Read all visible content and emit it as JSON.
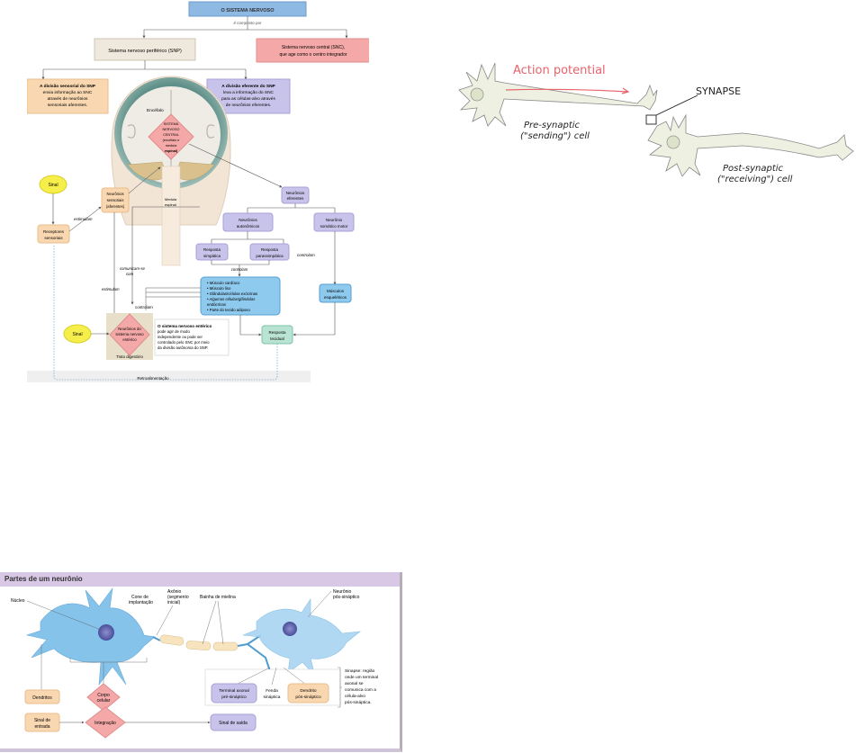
{
  "figure_nervous_system": {
    "title": "O SISTEMA NERVOSO",
    "composed_by": "é composto por",
    "snp": "Sistema nervoso periférico (SNP)",
    "snc": [
      "Sistema nervoso central (SNC),",
      "que age como o centro integrador"
    ],
    "sensory_division": [
      "A divisão sensorial do SNP",
      "envia informação ao SNC",
      "através de neurônios",
      "sensoriais aferentes."
    ],
    "efferent_division": [
      "A divisão eferente do SNP",
      "leva a informação do SNC",
      "para as células-alvo através",
      "de neurônios eferentes."
    ],
    "encefalo": "Encéfalo",
    "cns_diamond": [
      "SISTEMA",
      "NERVOSO",
      "CENTRAL",
      "(encéfalo e",
      "medula",
      "espinal)"
    ],
    "medula": [
      "Medula",
      "espinal"
    ],
    "sinal_top": "Sinal",
    "receptores": [
      "Receptores",
      "sensoriais"
    ],
    "estimulam_1": "estimulam",
    "neuronios_sensoriais": [
      "Neurônios",
      "sensoriais",
      "(aferentes)"
    ],
    "neuronios_eferentes": [
      "Neurônios",
      "eferentes"
    ],
    "neuronios_autonomicos": [
      "Neurônios",
      "autonômicos"
    ],
    "neuronio_somatico": [
      "Neurônio",
      "somático motor"
    ],
    "resposta_simpatica": [
      "Resposta",
      "simpática"
    ],
    "resposta_parassimpatica": [
      "Resposta",
      "parassimpática"
    ],
    "controlam_1": "controlam",
    "controlam_2": "controlam",
    "controlam_3": "controlam",
    "comunicam": [
      "comunicam-se",
      "com"
    ],
    "estimulam_2": "estimulam",
    "targets": [
      "• Músculo cardíaco",
      "• Músculo liso",
      "• Glândulas/células exócrinas",
      "• Algumas células/glândulas",
      "  endócrinas",
      "• Parte do tecido adiposo"
    ],
    "musculos": [
      "Músculos",
      "esqueléticos"
    ],
    "sinal_bottom": "Sinal",
    "enteric_diamond": [
      "Neurônios do",
      "sistema nervoso",
      "entérico"
    ],
    "trato": "Trato digestório",
    "enteric_note": [
      "O sistema nervoso entérico",
      "pode agir de modo",
      "independente ou pode ser",
      "controlado pelo SNC por meio",
      "da divisão autônoma do SNP."
    ],
    "resposta_tecidual": [
      "Resposta",
      "tecidual"
    ],
    "retro": "Retroalimentação"
  },
  "figure_synapse": {
    "action_potential": "Action potential",
    "synapse": "SYNAPSE",
    "pre_cell": [
      "Pre-synaptic",
      "(\"sending\") cell"
    ],
    "post_cell": [
      "Post-synaptic",
      "(\"receiving\") cell"
    ]
  },
  "figure_neuron": {
    "title": "Partes de um neurônio",
    "nucleo": "Núcleo",
    "cone": [
      "Cone de",
      "implantação"
    ],
    "axonio": [
      "Axônio",
      "(segmento",
      "inicial)"
    ],
    "bainha": "Bainha de mielina",
    "neuronio_pos": [
      "Neurônio",
      "pós-sináptico"
    ],
    "dendritos": "Dendritos",
    "corpo": [
      "Corpo",
      "celular"
    ],
    "terminal": [
      "Terminal axonal",
      "pré-sináptico"
    ],
    "fenda": [
      "Fenda",
      "sináptica"
    ],
    "dendrito_pos": [
      "Dendrito",
      "pós-sináptico"
    ],
    "sinapse_note": [
      "Sinapse: região",
      "onde um terminal",
      "axonal se",
      "comunica com a",
      "célula-alvo",
      "pós-sináptica."
    ],
    "sinal_entrada": [
      "Sinal de",
      "entrada"
    ],
    "integracao": "Integração",
    "sinal_saida": "Sinal de saída"
  },
  "colors": {
    "blue_box": "#8db9e3",
    "peach_box": "#f9d7b0",
    "pink_box": "#f4a9a8",
    "lavender_box": "#c8c3ea",
    "tan_box": "#efe8dc",
    "yellow": "#f6ee4a",
    "teal_box": "#b9e4d3",
    "light_blue_box": "#8ec9ee",
    "neuron_blue": "#71b9e8",
    "header_purple": "#d8c8e6",
    "action_red": "#e8636b"
  }
}
